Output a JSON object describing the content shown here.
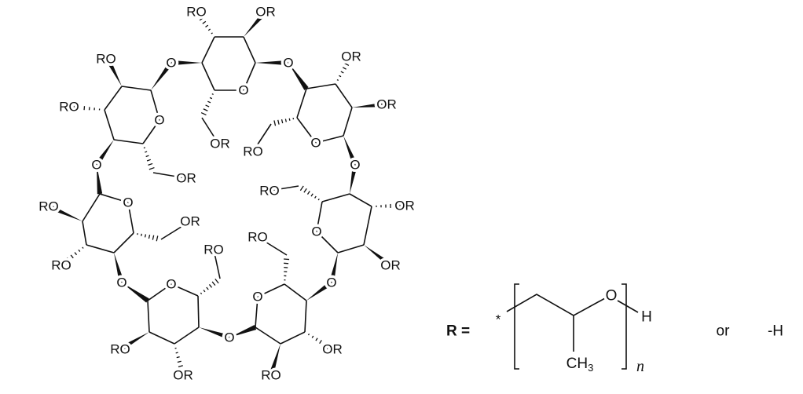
{
  "molecule": {
    "substituents": [
      "RO",
      "OR",
      "OR",
      "RO",
      "RO",
      "OR",
      "RO",
      "RO",
      "OR",
      "RO",
      "RO",
      "OR",
      "RO",
      "OR",
      "RO",
      "RO",
      "OR",
      "OR",
      "OR",
      "OR",
      "RO"
    ],
    "bridge_oxygens": [
      "O",
      "O",
      "O",
      "O",
      "O",
      "O",
      "O"
    ],
    "ring_oxygens": [
      "O",
      "O",
      "O",
      "O",
      "O",
      "O",
      "O"
    ]
  },
  "legend": {
    "r_label": "R =",
    "star": "*",
    "oxygen": "O",
    "hydrogen": "H",
    "methyl": "CH",
    "methyl_sub": "3",
    "repeat": "n",
    "or_text": "or",
    "alt": "-H"
  }
}
